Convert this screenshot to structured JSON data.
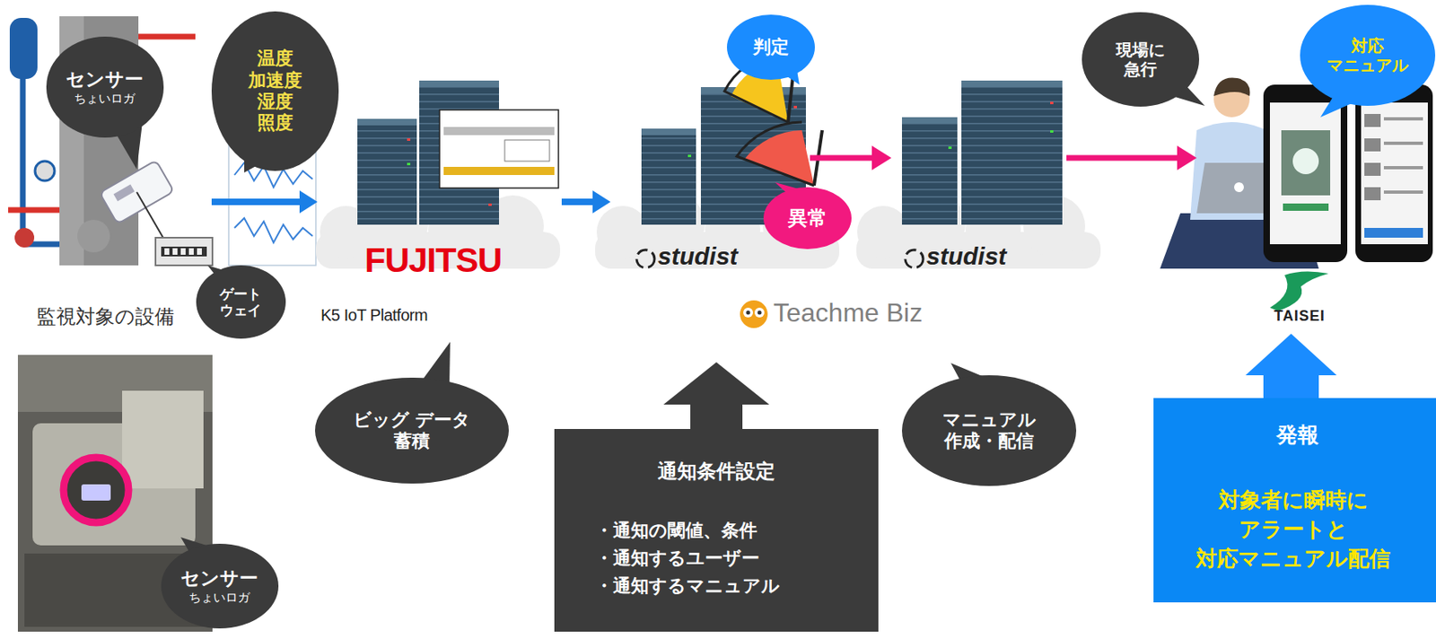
{
  "diagram": {
    "nodes": [
      {
        "text": [
          "監視対象の設備"
        ]
      },
      {
        "text": [
          "センサー",
          "ちょいロガ"
        ]
      },
      {
        "text": [
          "温度 加速度 湿度 照度"
        ]
      },
      {
        "text": [
          "ゲート ウェイ"
        ]
      },
      {
        "text": [
          "センサー",
          "ちょいロガ"
        ]
      },
      {
        "text": [
          "FUJITSU",
          "K5 IoT Platform"
        ]
      },
      {
        "text": [
          "判定"
        ]
      },
      {
        "text": [
          "studist"
        ]
      },
      {
        "text": [
          "異常"
        ]
      },
      {
        "text": [
          "studist"
        ]
      },
      {
        "text": [
          "現場に 急行"
        ]
      },
      {
        "text": [
          "対応 マニュアル"
        ]
      },
      {
        "text": [
          "TAISEI"
        ]
      },
      {
        "text": [
          "ビッグ データ 蓄積"
        ]
      },
      {
        "text": [
          "通知条件設定",
          "・通知の閾値、条件",
          "・通知するユーザー",
          "・通知するマニュアル"
        ]
      },
      {
        "text": [
          "マニュアル 作成・配信"
        ]
      },
      {
        "text": [
          "発報",
          "対象者に瞬時に アラートと 対応マニュアル配信"
        ]
      }
    ],
    "edges": [
      {
        "from": 0,
        "to": 5,
        "arrow": "to"
      },
      {
        "from": 5,
        "to": 7,
        "arrow": "to"
      },
      {
        "from": 7,
        "to": 9,
        "arrow": "to"
      },
      {
        "from": 9,
        "to": 12,
        "arrow": "to"
      },
      {
        "from": 14,
        "to": 7,
        "arrow": "to"
      },
      {
        "from": 16,
        "to": 12,
        "arrow": "to"
      }
    ],
    "labels": [
      "Teachme Biz"
    ]
  }
}
